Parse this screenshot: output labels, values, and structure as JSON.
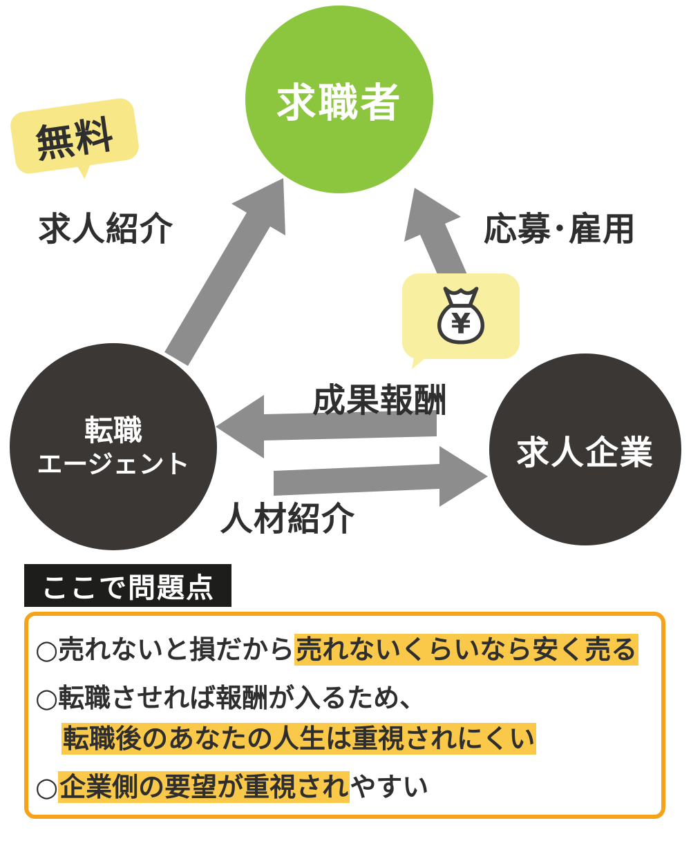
{
  "diagram": {
    "nodes": {
      "job_seeker": {
        "label": "求職者",
        "color": "#8cc63e"
      },
      "agent": {
        "label_line1": "転職",
        "label_line2": "エージェント",
        "color": "#3b3735"
      },
      "company": {
        "label": "求人企業",
        "color": "#3b3735"
      }
    },
    "edges": {
      "job_intro": {
        "label": "求人紹介"
      },
      "apply_employ": {
        "label": "応募･雇用"
      },
      "performance_fee": {
        "label": "成果報酬"
      },
      "talent_intro": {
        "label": "人材紹介"
      }
    },
    "badges": {
      "free_label": "無料",
      "yen": "¥"
    },
    "arrow_color": "#8d8d8d",
    "bubble_color": "#f7e787"
  },
  "problem_box": {
    "header": "ここで問題点",
    "bullet": "○",
    "border_color": "#f6a31c",
    "highlight_color": "#fbc94a",
    "items": [
      {
        "plain_before": "売れないと損だから",
        "highlight": "売れないくらいなら安く売る"
      },
      {
        "line1": "転職させれば報酬が入るため、",
        "line2_highlight": "転職後のあなたの人生は重視されにくい"
      },
      {
        "highlight": "企業側の要望が重視され",
        "plain_after": "やすい"
      }
    ]
  }
}
